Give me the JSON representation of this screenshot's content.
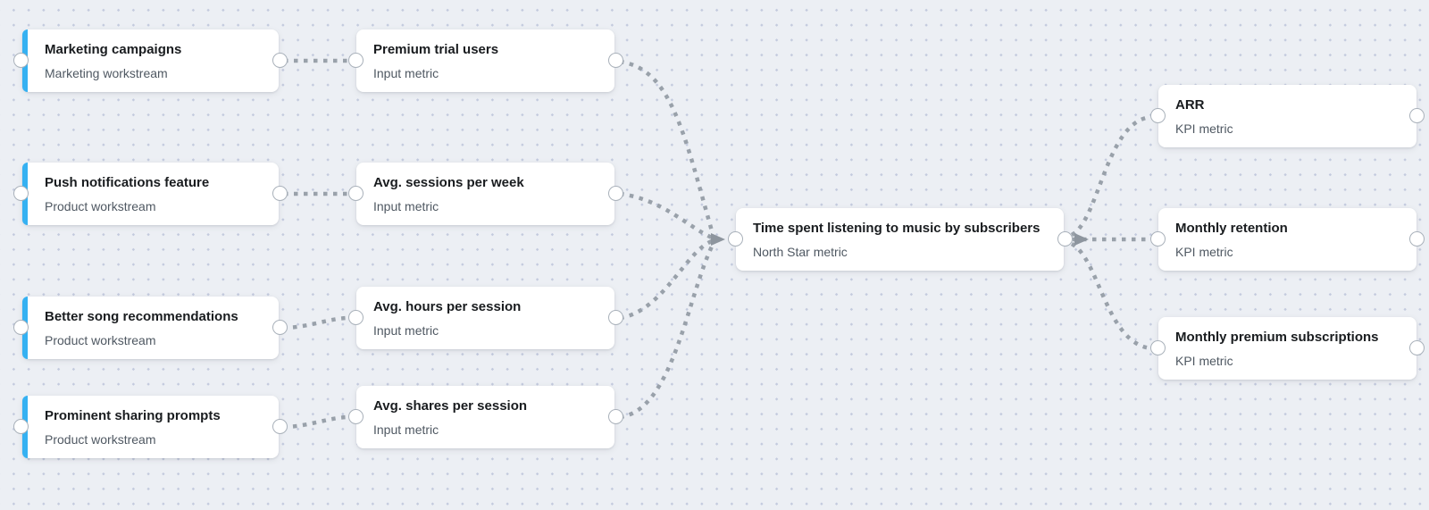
{
  "canvas": {
    "background_color": "#eceff4",
    "grid_dot_color": "#c3cade"
  },
  "colors": {
    "accent_blue": "#35b1f2",
    "connector_gray": "#99a1aa",
    "title_text": "#191c1f",
    "subtitle_text": "#4f5862",
    "card_background": "#ffffff",
    "port_border": "#a9b1ba"
  },
  "nodes": {
    "workstreams": [
      {
        "title": "Marketing campaigns",
        "subtitle": "Marketing workstream"
      },
      {
        "title": "Push notifications feature",
        "subtitle": "Product workstream"
      },
      {
        "title": "Better song recommendations",
        "subtitle": "Product workstream"
      },
      {
        "title": "Prominent sharing prompts",
        "subtitle": "Product workstream"
      }
    ],
    "inputs": [
      {
        "title": "Premium trial users",
        "subtitle": "Input metric"
      },
      {
        "title": "Avg. sessions per week",
        "subtitle": "Input metric"
      },
      {
        "title": "Avg. hours per session",
        "subtitle": "Input metric"
      },
      {
        "title": "Avg. shares per session",
        "subtitle": "Input metric"
      }
    ],
    "north_star": {
      "title": "Time spent listening to music by subscribers",
      "subtitle": "North Star metric"
    },
    "kpis": [
      {
        "title": "ARR",
        "subtitle": "KPI metric"
      },
      {
        "title": "Monthly retention",
        "subtitle": "KPI metric"
      },
      {
        "title": "Monthly premium subscriptions",
        "subtitle": "KPI metric"
      }
    ]
  },
  "edges": [
    {
      "from": "Marketing campaigns",
      "to": "Premium trial users"
    },
    {
      "from": "Push notifications feature",
      "to": "Avg. sessions per week"
    },
    {
      "from": "Better song recommendations",
      "to": "Avg. hours per session"
    },
    {
      "from": "Prominent sharing prompts",
      "to": "Avg. shares per session"
    },
    {
      "from": "Premium trial users",
      "to": "Time spent listening to music by subscribers"
    },
    {
      "from": "Avg. sessions per week",
      "to": "Time spent listening to music by subscribers"
    },
    {
      "from": "Avg. hours per session",
      "to": "Time spent listening to music by subscribers"
    },
    {
      "from": "Avg. shares per session",
      "to": "Time spent listening to music by subscribers"
    },
    {
      "from": "Time spent listening to music by subscribers",
      "to": "ARR"
    },
    {
      "from": "Time spent listening to music by subscribers",
      "to": "Monthly retention"
    },
    {
      "from": "Time spent listening to music by subscribers",
      "to": "Monthly premium subscriptions"
    }
  ]
}
